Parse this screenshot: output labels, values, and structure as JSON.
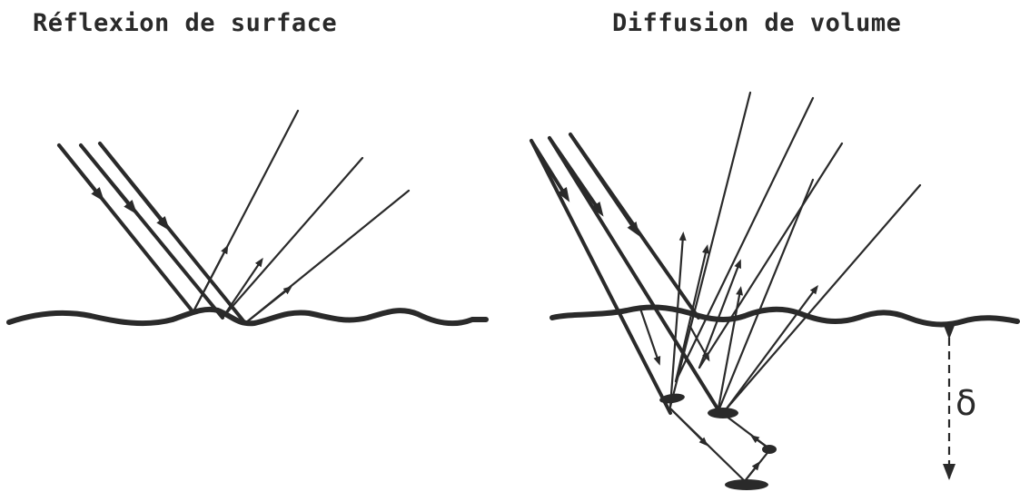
{
  "titles": {
    "left": "Réflexion de surface",
    "right": "Diffusion de volume"
  },
  "depth_symbol": "δ"
}
